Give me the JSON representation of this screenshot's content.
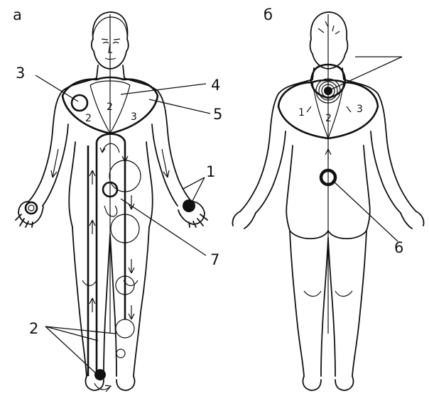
{
  "figure": {
    "panel_labels": {
      "front": "а",
      "back": "б"
    },
    "front_labels": [
      {
        "id": "c3",
        "text": "3"
      },
      {
        "id": "c4",
        "text": "4"
      },
      {
        "id": "c5",
        "text": "5"
      },
      {
        "id": "c1",
        "text": "1"
      },
      {
        "id": "c7",
        "text": "7"
      },
      {
        "id": "c2",
        "text": "2"
      }
    ],
    "front_zone_labels": [
      {
        "id": "z2a",
        "text": "2"
      },
      {
        "id": "z2b",
        "text": "2"
      },
      {
        "id": "z3",
        "text": "3"
      }
    ],
    "back_labels": [
      {
        "id": "b1",
        "text": "1"
      },
      {
        "id": "b2",
        "text": "2"
      },
      {
        "id": "b3",
        "text": "3"
      },
      {
        "id": "b6",
        "text": "6"
      }
    ],
    "colors": {
      "ink": "#111111",
      "paper": "#ffffff"
    }
  }
}
